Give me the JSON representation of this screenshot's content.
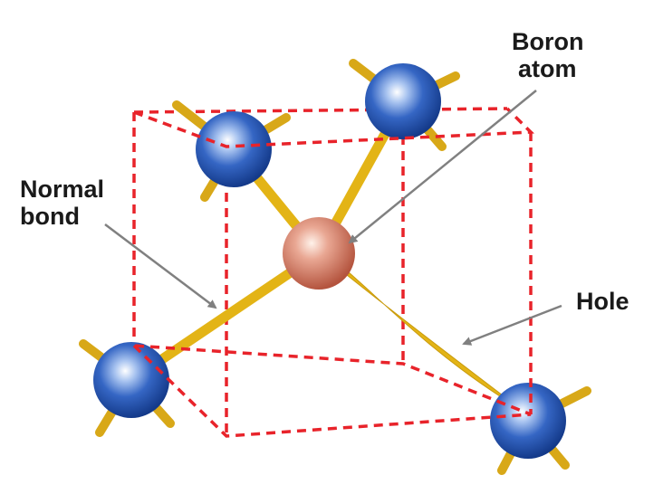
{
  "labels": {
    "boron_line1": "Boron",
    "boron_line2": "atom",
    "normal_line1": "Normal",
    "normal_line2": "bond",
    "hole": "Hole"
  },
  "colors": {
    "cube_edge": "#e8232a",
    "bond": "#e3b416",
    "bond_dark": "#a27a06",
    "silicon_atom": "#1f4fb0",
    "boron_atom": "#d9826c",
    "pointer": "#808080"
  },
  "icons": {
    "silicon_atom": "blue-sphere",
    "boron_atom": "pink-sphere",
    "pointer": "arrow"
  }
}
